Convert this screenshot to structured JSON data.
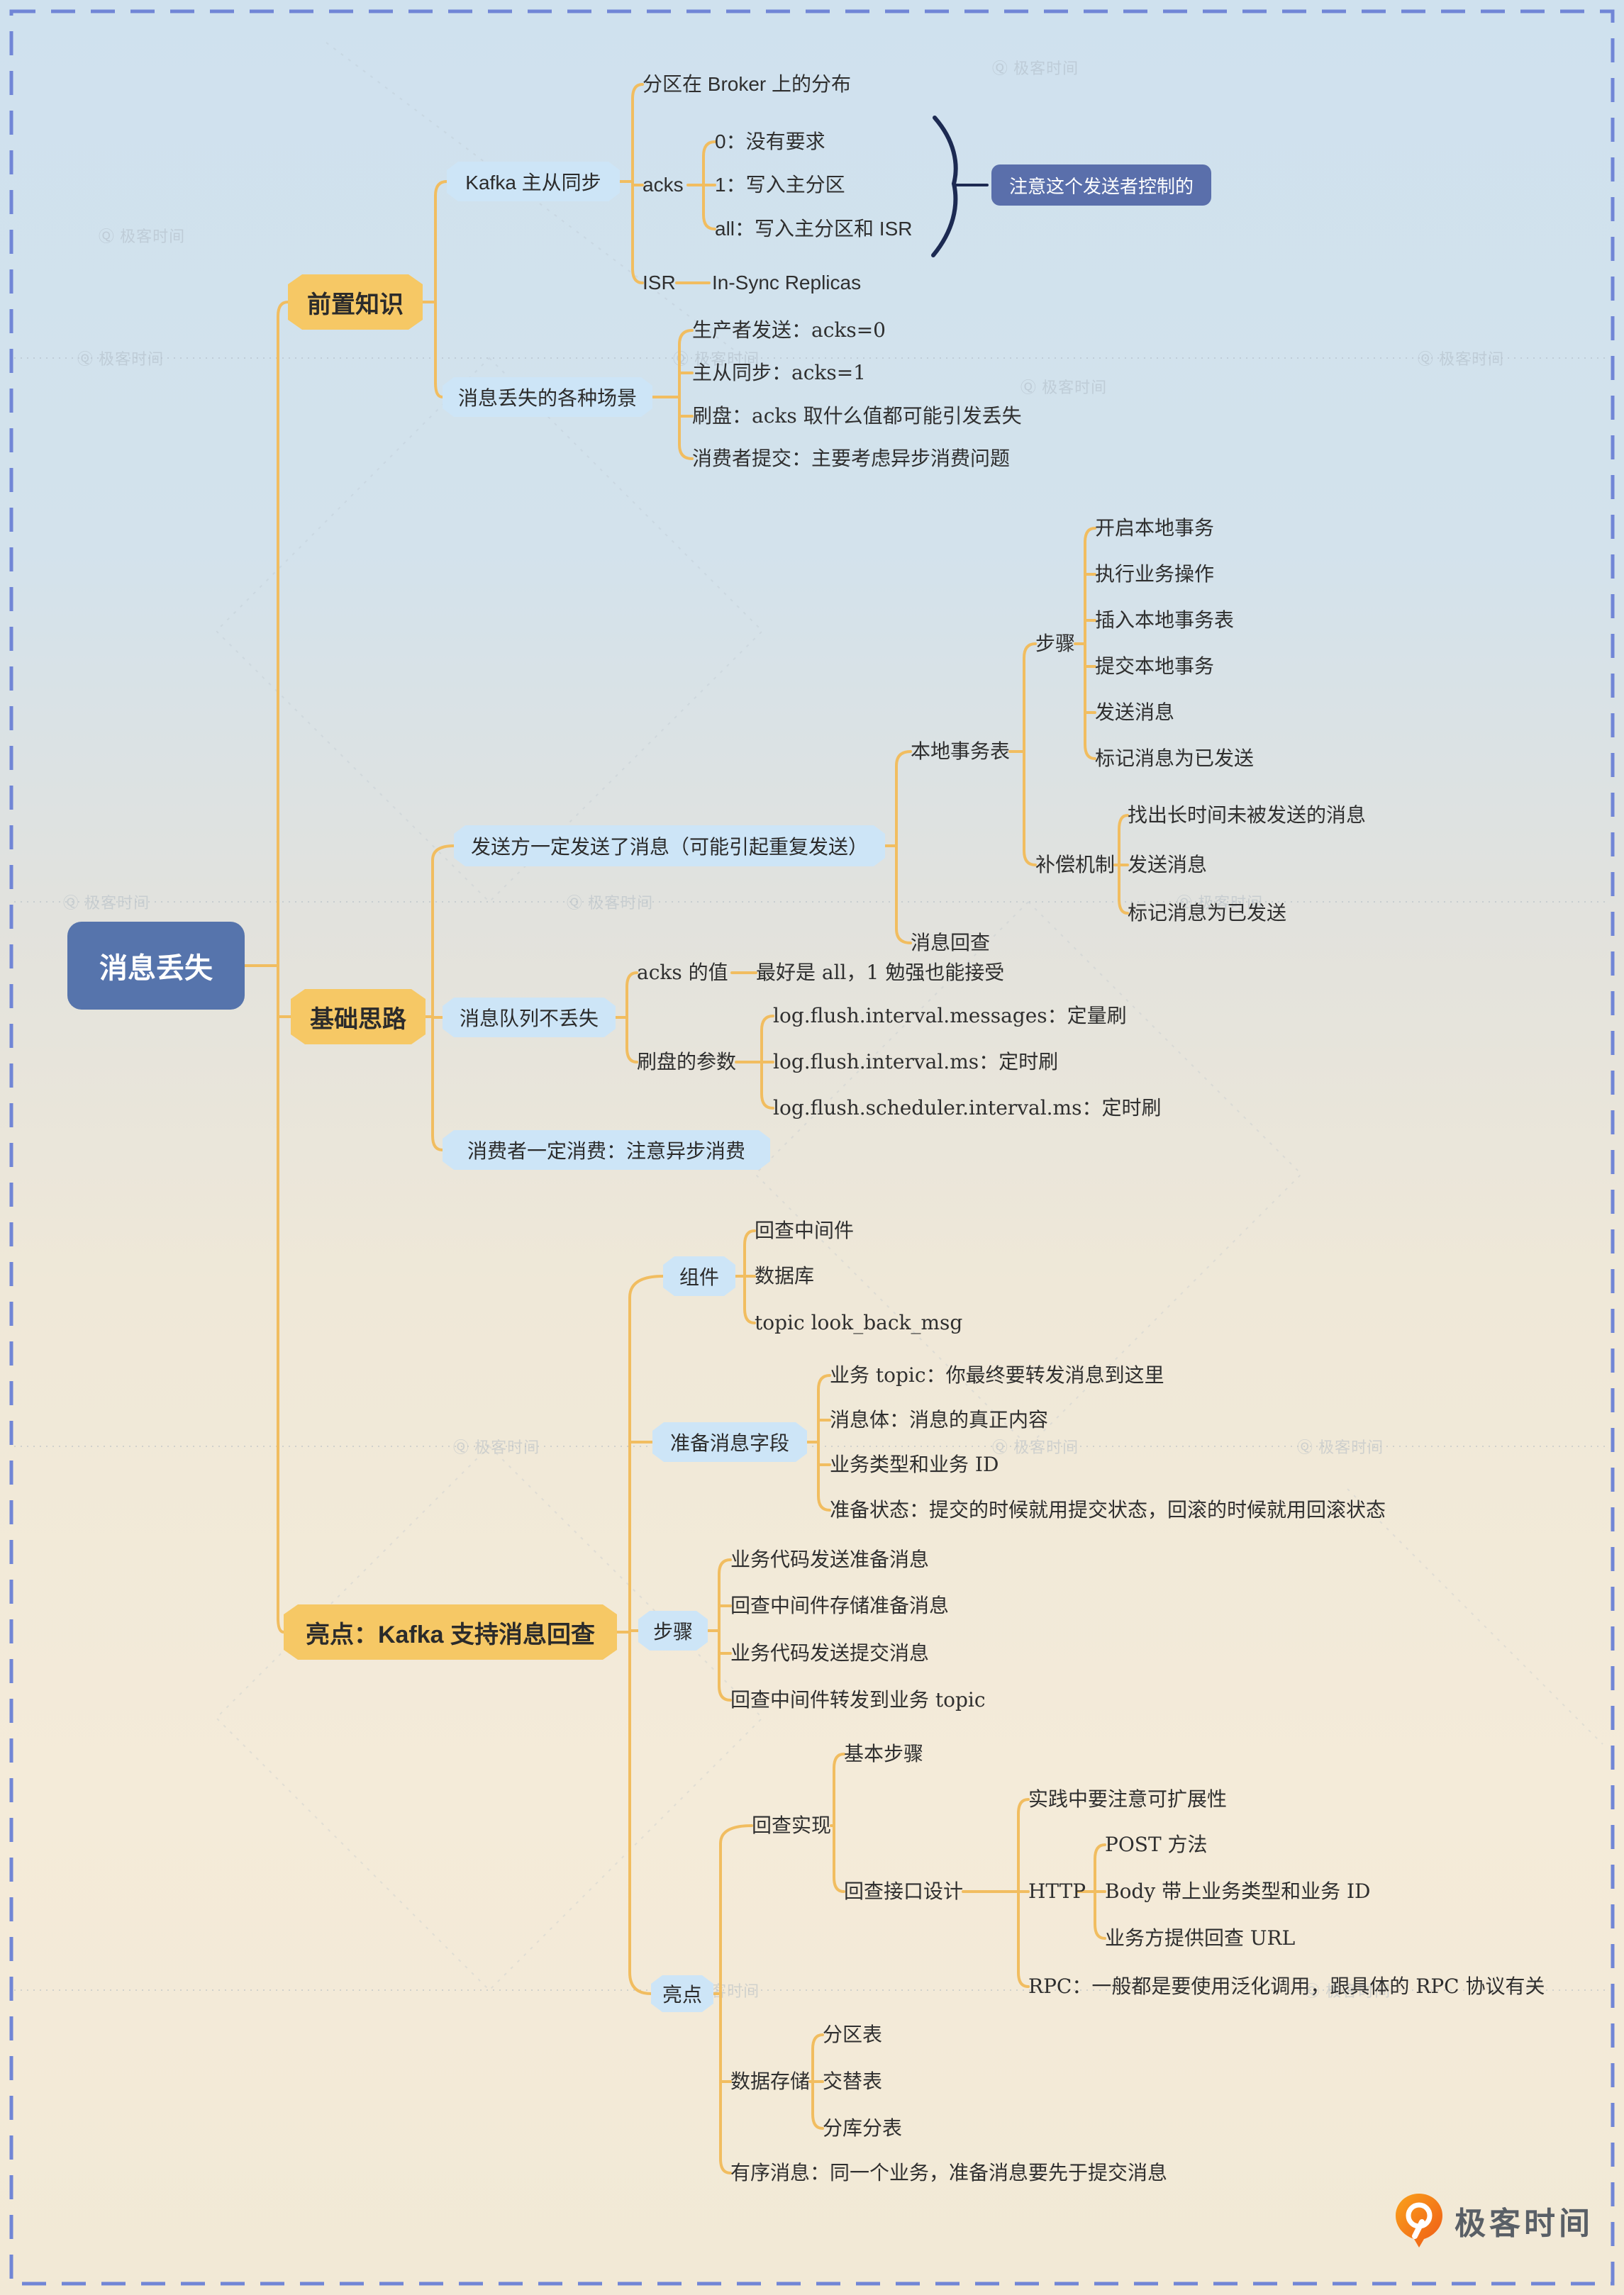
{
  "mindmap": {
    "root": {
      "label": "消息丢失"
    },
    "branches": [
      {
        "label": "前置知识",
        "children": [
          {
            "label": "Kafka 主从同步",
            "children": [
              {
                "label": "分区在 Broker 上的分布"
              },
              {
                "label": "acks",
                "callout": "注意这个发送者控制的",
                "children": [
                  {
                    "label": "0：没有要求"
                  },
                  {
                    "label": "1：写入主分区"
                  },
                  {
                    "label": "all：写入主分区和 ISR"
                  }
                ]
              },
              {
                "label": "ISR",
                "children": [
                  {
                    "label": "In-Sync Replicas"
                  }
                ]
              }
            ]
          },
          {
            "label": "消息丢失的各种场景",
            "children": [
              {
                "label": "生产者发送：acks=0"
              },
              {
                "label": "主从同步：acks=1"
              },
              {
                "label": "刷盘：acks 取什么值都可能引发丢失"
              },
              {
                "label": "消费者提交：主要考虑异步消费问题"
              }
            ]
          }
        ]
      },
      {
        "label": "基础思路",
        "children": [
          {
            "label": "发送方一定发送了消息（可能引起重复发送）",
            "children": [
              {
                "label": "本地事务表",
                "children": [
                  {
                    "label": "步骤",
                    "children": [
                      {
                        "label": "开启本地事务"
                      },
                      {
                        "label": "执行业务操作"
                      },
                      {
                        "label": "插入本地事务表"
                      },
                      {
                        "label": "提交本地事务"
                      },
                      {
                        "label": "发送消息"
                      },
                      {
                        "label": "标记消息为已发送"
                      }
                    ]
                  },
                  {
                    "label": "补偿机制",
                    "children": [
                      {
                        "label": "找出长时间未被发送的消息"
                      },
                      {
                        "label": "发送消息"
                      },
                      {
                        "label": "标记消息为已发送"
                      }
                    ]
                  }
                ]
              },
              {
                "label": "消息回查"
              }
            ]
          },
          {
            "label": "消息队列不丢失",
            "children": [
              {
                "label": "acks 的值",
                "children": [
                  {
                    "label": "最好是 all，1 勉强也能接受"
                  }
                ]
              },
              {
                "label": "刷盘的参数",
                "children": [
                  {
                    "label": "log.flush.interval.messages：定量刷"
                  },
                  {
                    "label": "log.flush.interval.ms：定时刷"
                  },
                  {
                    "label": "log.flush.scheduler.interval.ms：定时刷"
                  }
                ]
              }
            ]
          },
          {
            "label": "消费者一定消费：注意异步消费"
          }
        ]
      },
      {
        "label": "亮点：Kafka 支持消息回查",
        "children": [
          {
            "label": "组件",
            "children": [
              {
                "label": "回查中间件"
              },
              {
                "label": "数据库"
              },
              {
                "label": "topic look_back_msg"
              }
            ]
          },
          {
            "label": "准备消息字段",
            "children": [
              {
                "label": "业务 topic：你最终要转发消息到这里"
              },
              {
                "label": "消息体：消息的真正内容"
              },
              {
                "label": "业务类型和业务 ID"
              },
              {
                "label": "准备状态：提交的时候就用提交状态，回滚的时候就用回滚状态"
              }
            ]
          },
          {
            "label": "步骤",
            "children": [
              {
                "label": "业务代码发送准备消息"
              },
              {
                "label": "回查中间件存储准备消息"
              },
              {
                "label": "业务代码发送提交消息"
              },
              {
                "label": "回查中间件转发到业务 topic"
              }
            ]
          },
          {
            "label": "亮点",
            "children": [
              {
                "label": "回查实现",
                "children": [
                  {
                    "label": "基本步骤"
                  },
                  {
                    "label": "回查接口设计",
                    "children": [
                      {
                        "label": "实践中要注意可扩展性"
                      },
                      {
                        "label": "HTTP",
                        "children": [
                          {
                            "label": "POST 方法"
                          },
                          {
                            "label": "Body 带上业务类型和业务 ID"
                          },
                          {
                            "label": "业务方提供回查 URL"
                          }
                        ]
                      },
                      {
                        "label": "RPC：一般都是要使用泛化调用，跟具体的 RPC 协议有关"
                      }
                    ]
                  }
                ]
              },
              {
                "label": "数据存储",
                "children": [
                  {
                    "label": "分区表"
                  },
                  {
                    "label": "交替表"
                  },
                  {
                    "label": "分库分表"
                  }
                ]
              },
              {
                "label": "有序消息：同一个业务，准备消息要先于提交消息"
              }
            ]
          }
        ]
      }
    ]
  },
  "watermark": {
    "icon": "Ⓠ",
    "label": "极客时间"
  },
  "footer": {
    "brand": "极客时间"
  },
  "colors": {
    "line": "#f1bd60",
    "node_yellow": "#f6c865",
    "node_blue": "#cde5f7",
    "root_blue": "#5674ac",
    "callout_blue": "#5a6fab",
    "border_dash": "#7186d6",
    "brand_orange": "#f4711c"
  }
}
